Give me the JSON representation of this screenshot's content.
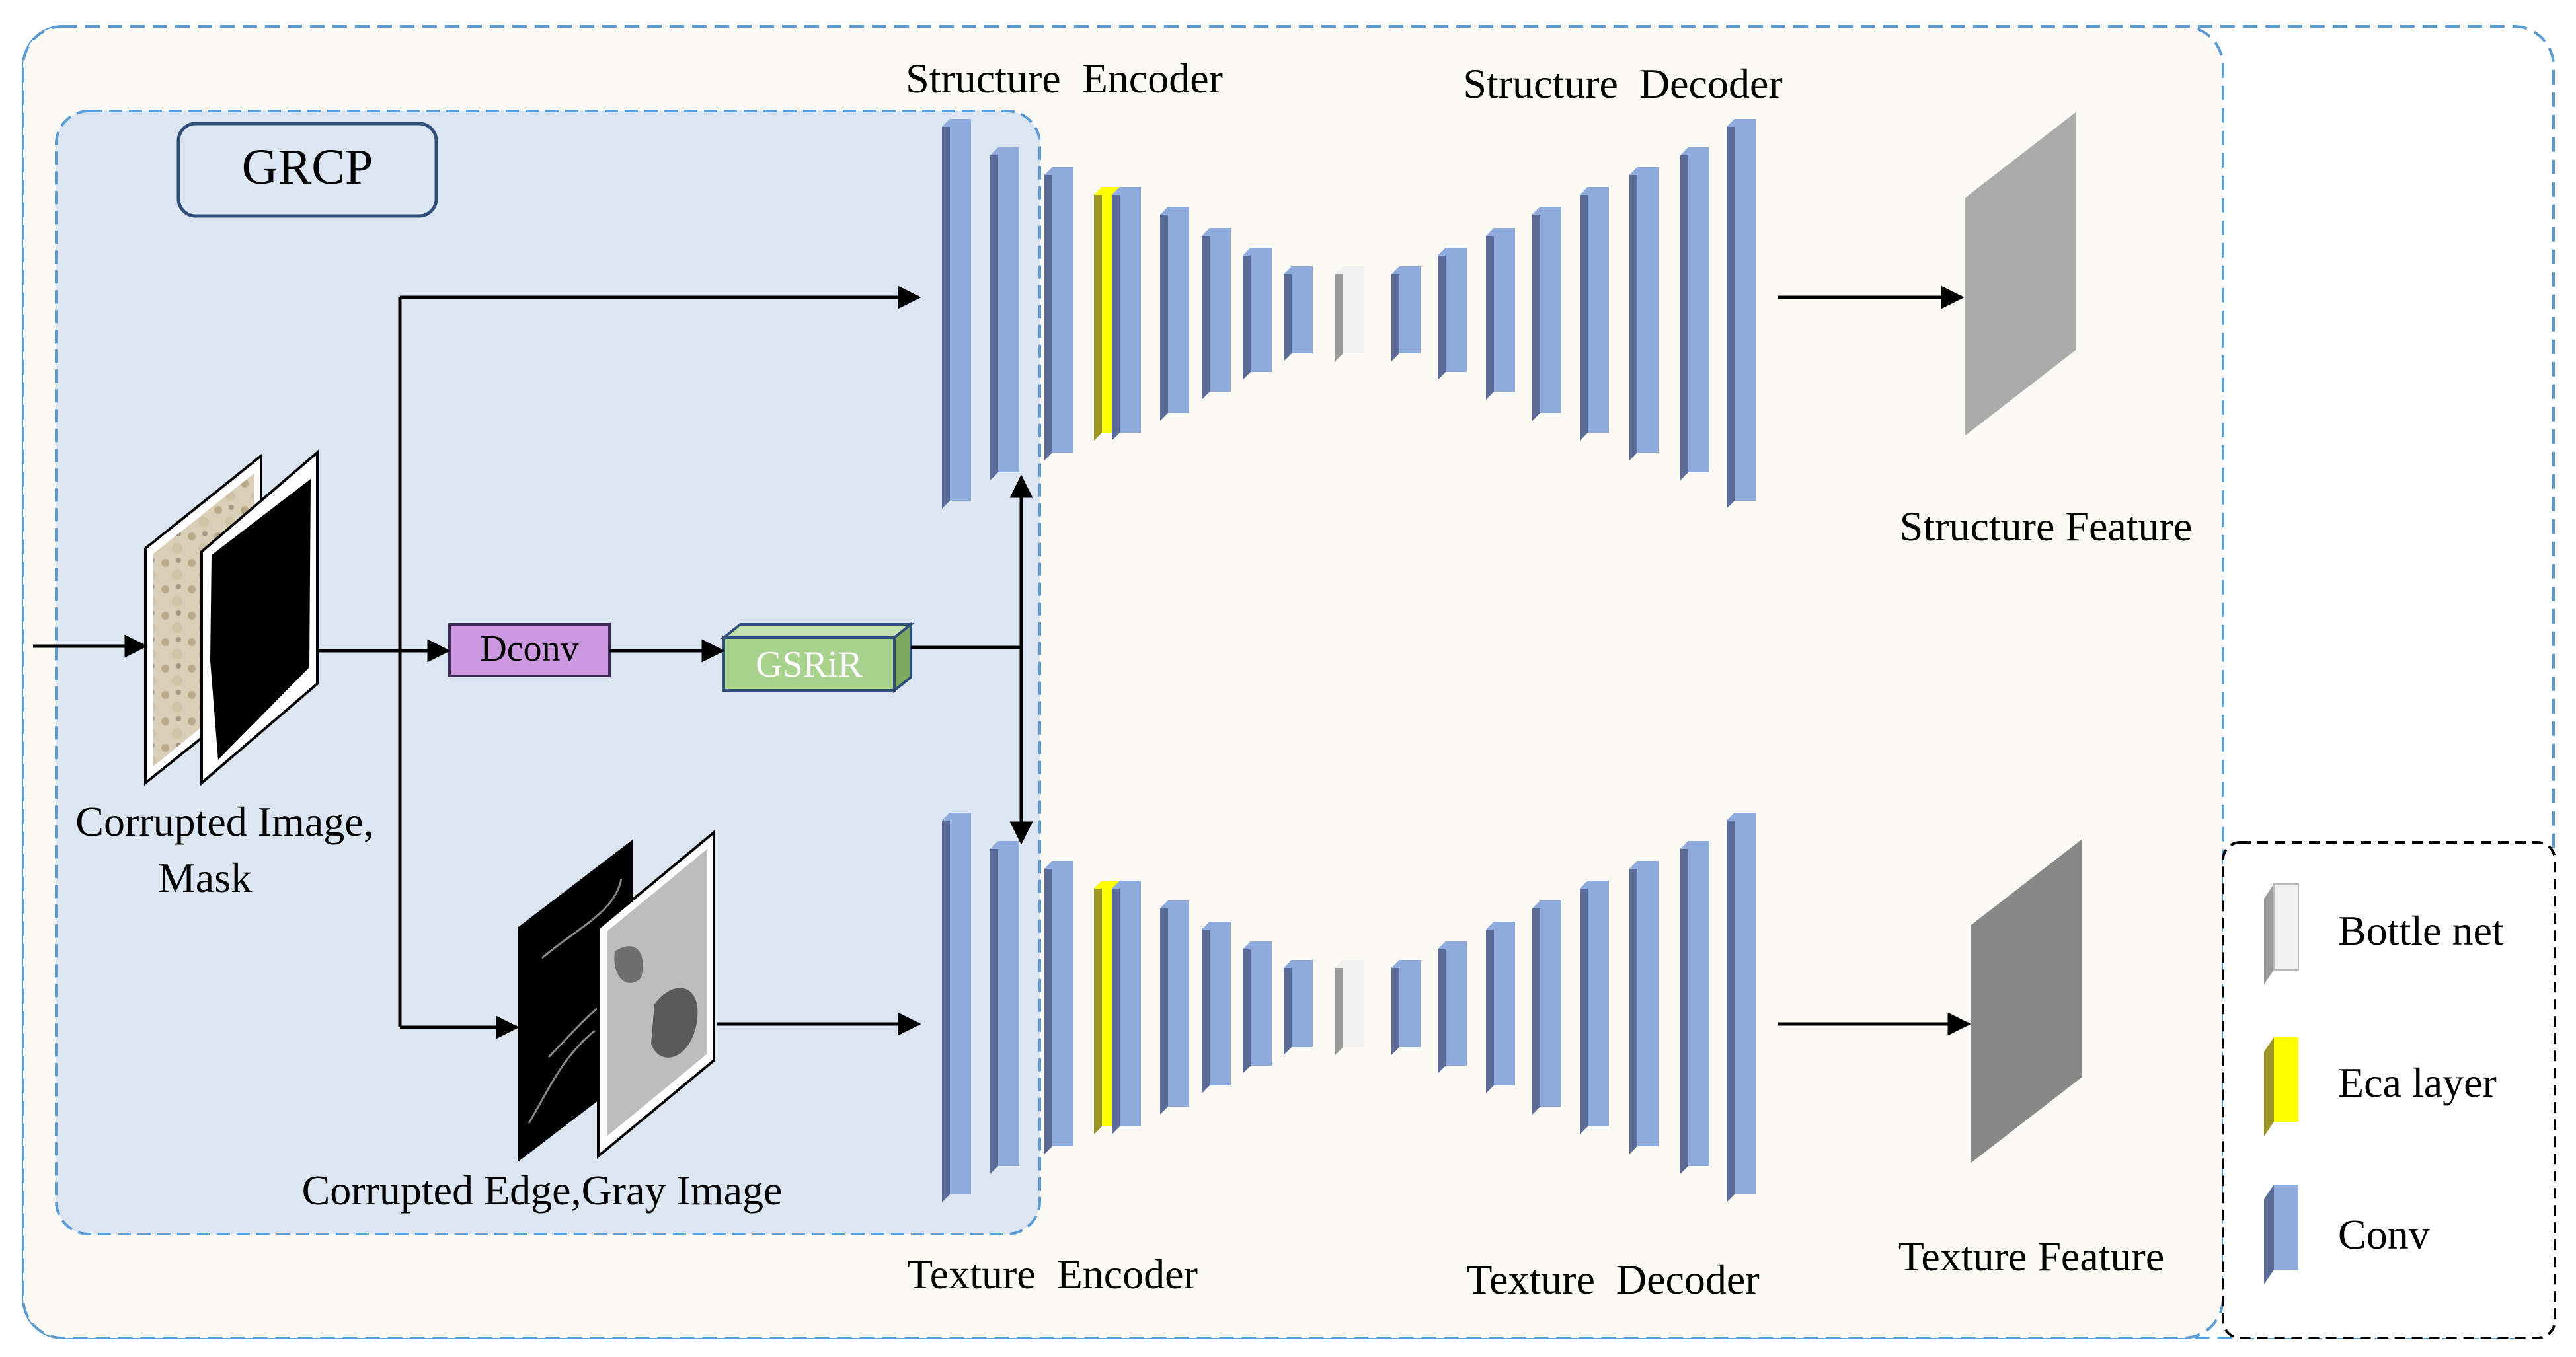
{
  "grcp": {
    "label": "GRCP"
  },
  "inputs": {
    "corrupted_image_mask": [
      "Corrupted Image,",
      "Mask"
    ],
    "edge_gray": "Corrupted Edge,Gray Image"
  },
  "modules": {
    "dconv": "Dconv",
    "gsrir": "GSRiR"
  },
  "structure": {
    "encoder": "Structure  Encoder",
    "decoder": "Structure  Decoder",
    "feature": "Structure Feature"
  },
  "texture": {
    "encoder": "Texture  Encoder",
    "decoder": "Texture  Decoder",
    "feature": "Texture Feature"
  },
  "legend": {
    "bottleneck": "Bottle net",
    "eca": "Eca layer",
    "conv": "Conv"
  },
  "colors": {
    "outer_border": "#5b9bd5",
    "outer_fill": "#fbfaf5",
    "grcp_fill": "#dce6f2",
    "conv_front": "#8faadc",
    "conv_side": "#5a6b98",
    "bottleneck_front": "#f2f2f2",
    "bottleneck_side": "#9a9a9a",
    "eca_front": "#ffff00",
    "eca_side": "#9c9425",
    "dconv_fill": "#cc99e0",
    "gsrir_fill": "#a9d18e",
    "structure_feature": "#aaaaaa",
    "texture_feature": "#888888"
  }
}
